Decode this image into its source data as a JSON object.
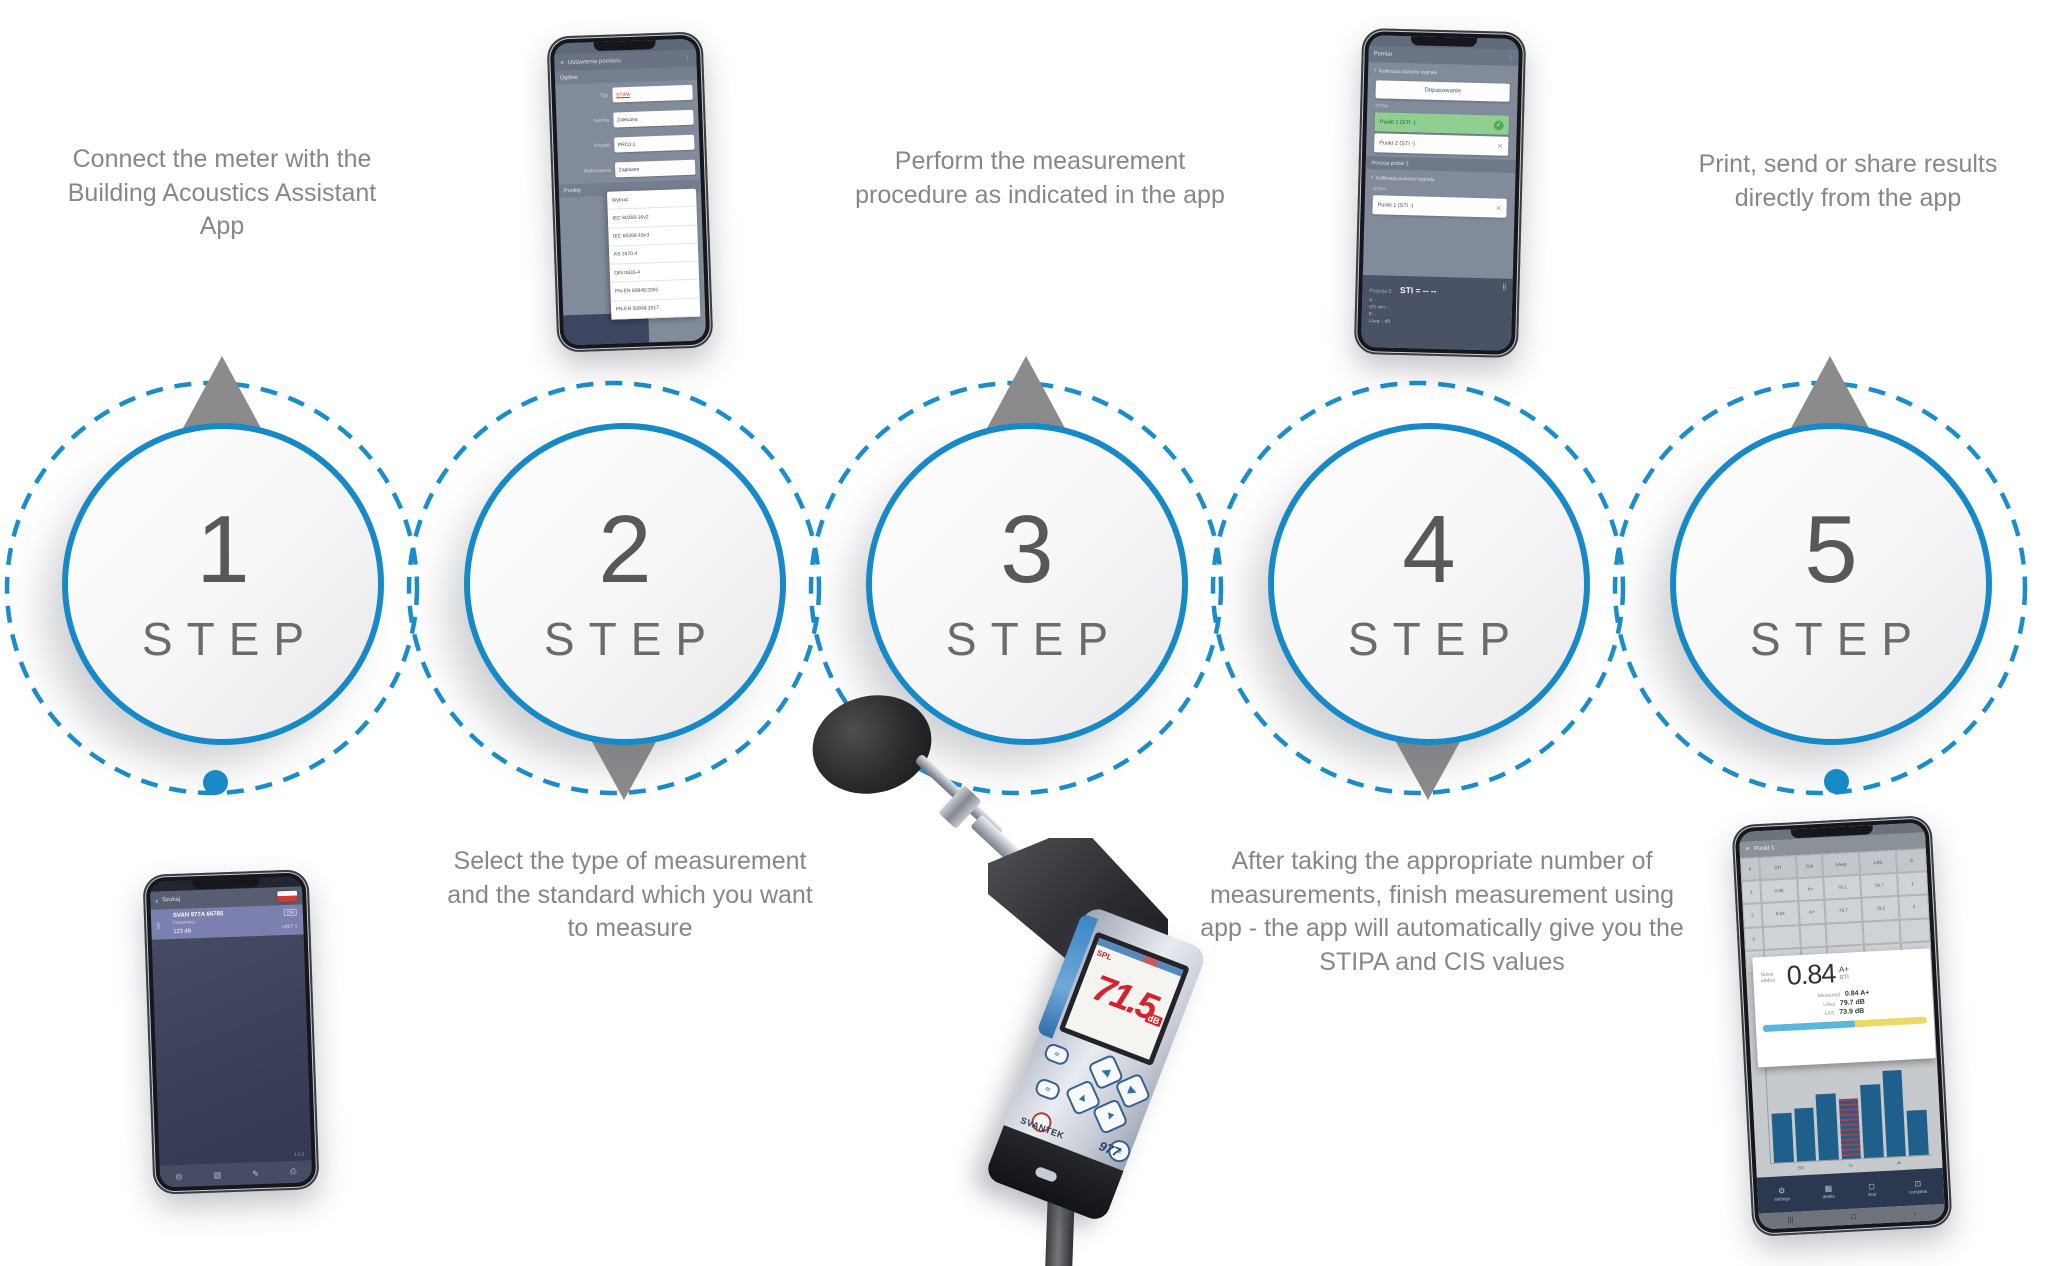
{
  "steps": [
    {
      "num": "1",
      "step_label": "STEP",
      "text": "Connect the meter with the Building Acoustics Assistant App"
    },
    {
      "num": "2",
      "step_label": "STEP",
      "text": "Select the type of measurement and the standard which you want to measure"
    },
    {
      "num": "3",
      "step_label": "STEP",
      "text": "Perform the measurement procedure as indicated in the app"
    },
    {
      "num": "4",
      "step_label": "STEP",
      "text": "After taking the appropriate number of measurements, finish measurement using app - the app will automatically give you the STIPA and CIS values"
    },
    {
      "num": "5",
      "step_label": "STEP",
      "text": "Print, send or share results directly from the app"
    }
  ],
  "colors": {
    "accent_blue": "#1789c6",
    "dashed_blue": "#1b8dc8",
    "number_gray": "#57585a",
    "text_gray": "#85878a",
    "arrow_gray": "#8b8b8c"
  },
  "phone_settings": {
    "menu_icon": "≡",
    "header_title": "Ustawienia pomiaru",
    "more_icon": "⋮",
    "section_general": "Ogólne",
    "fields": [
      {
        "label": "Typ",
        "value": "STIPA"
      },
      {
        "label": "Norma",
        "value": "Zalecana"
      },
      {
        "label": "Projekt",
        "value": "PROJ 1"
      },
      {
        "label": "Wykonawca",
        "value": "Zapisane"
      }
    ],
    "section_points": "Punkty",
    "standards": [
      "Wybrać",
      "IEC 60268-16v2",
      "IEC 60268-16v3",
      "AS 1670.4",
      "DIN 0833-4",
      "PN-EN 60849:2001",
      "PN-EN 50849:2017"
    ]
  },
  "phone_measure": {
    "header_title": "Pomiar",
    "more_icon": "⋮",
    "download_icon": "⭳",
    "row_calibration": "Kalibracja poziomu sygnału",
    "button": "Dopasowanie",
    "stipa_label": "STIPA",
    "point1": "Punkt 1 (STI -)",
    "point2": "Punkt 2 (STI -)",
    "check_icon": "✓",
    "close_icon": "✕",
    "section2": "Pozycja próbki 2",
    "row_calibration2": "Kalibracja poziomu sygnału",
    "stipa_label2": "STIPA",
    "point3": "Punkt 1 (STI -)",
    "result_prefix": "Pozycja 2:",
    "result_sti": "STI = -- --",
    "expand_icon": "⣿",
    "detail_lines": [
      "d: -",
      "STI min: -",
      "E: -",
      "LAeq: - dB"
    ]
  },
  "phone_pairing": {
    "back_icon": "‹",
    "header_title": "Szukaj",
    "bt_icon": "ᛒ",
    "device_name": "SVAN 977A 66785",
    "device_sub": "Frequency",
    "device_level": "123 dB",
    "device_unit": "UNIT 1",
    "badge": "ON",
    "version": "1.2.3",
    "footer_icons": [
      "◎",
      "▤",
      "✎",
      "⎙"
    ]
  },
  "phone_results": {
    "menu_icon": "≡",
    "header_title": "Punkt 1",
    "table": {
      "header": [
        "#",
        "STI",
        "Cat",
        "LAeq",
        "LAS",
        "S"
      ],
      "rows": [
        [
          "1",
          "0.86",
          "A+",
          "79.1",
          "79.7",
          "1"
        ],
        [
          "2",
          "0.84",
          "A+",
          "79.7",
          "78.2",
          "2"
        ],
        [
          "3",
          "",
          "",
          "",
          "",
          ""
        ],
        [
          "4",
          "",
          "",
          "",
          "",
          ""
        ]
      ]
    },
    "card": {
      "noise_label": "Noise added",
      "noise_value": "0.84",
      "noise_grade": "A+",
      "noise_unit": "STI",
      "measured_label": "Measured",
      "measured_value": "0.84 A+",
      "laeq_label": "LAeq",
      "laeq_value": "79.7 dB",
      "las_label": "LAS",
      "las_value": "73.9 dB"
    },
    "chart": {
      "bars": [
        "height:52%",
        "height:56%",
        "height:70%",
        "height:64%",
        "height:78%",
        "height:92%",
        "height:48%"
      ],
      "x_labels": [
        "250",
        "1k",
        "4k"
      ]
    },
    "toolbar": [
      {
        "icon": "⚙",
        "label": "settings"
      },
      {
        "icon": "▦",
        "label": "delete"
      },
      {
        "icon": "◻",
        "label": "stop"
      },
      {
        "icon": "⊡",
        "label": "complete"
      }
    ],
    "nav_icons": [
      "|||",
      "◻",
      "‹"
    ]
  },
  "meter": {
    "spl_label": "SPL",
    "display_value": "71.5",
    "display_unit": "dB",
    "brand": "SVANTEK",
    "model": "977",
    "buttons": [
      "◀",
      "▶",
      "▲",
      "▼",
      "≋",
      "≡"
    ]
  }
}
